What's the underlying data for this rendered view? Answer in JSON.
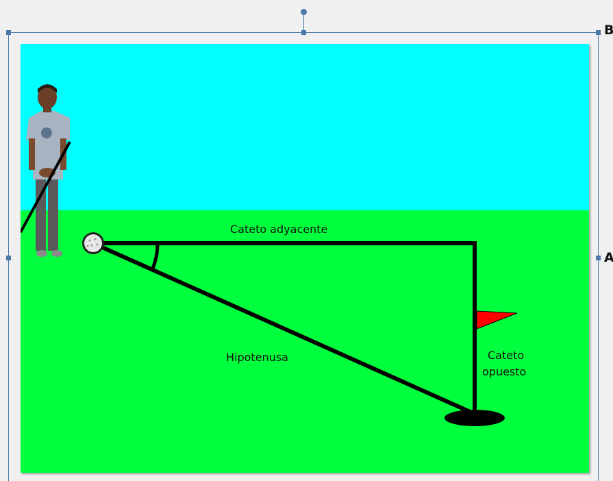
{
  "figure": {
    "labels": {
      "adjacent": "Cateto adyacente",
      "hypotenuse": "Hipotenusa",
      "opposite_line1": "Cateto",
      "opposite_line2": "opuesto"
    },
    "colors": {
      "sky": "#00ffff",
      "grass": "#00ff3c",
      "flag": "#ff0000",
      "lines": "#000000"
    }
  },
  "frame": {
    "letter_right_top": "B",
    "letter_right_mid": "A"
  },
  "icons": {
    "rotation": "rotate-handle-icon",
    "golf_ball": "golf-ball-icon",
    "flag": "flag-icon",
    "hole": "hole-icon",
    "person": "golfer-person-icon"
  }
}
